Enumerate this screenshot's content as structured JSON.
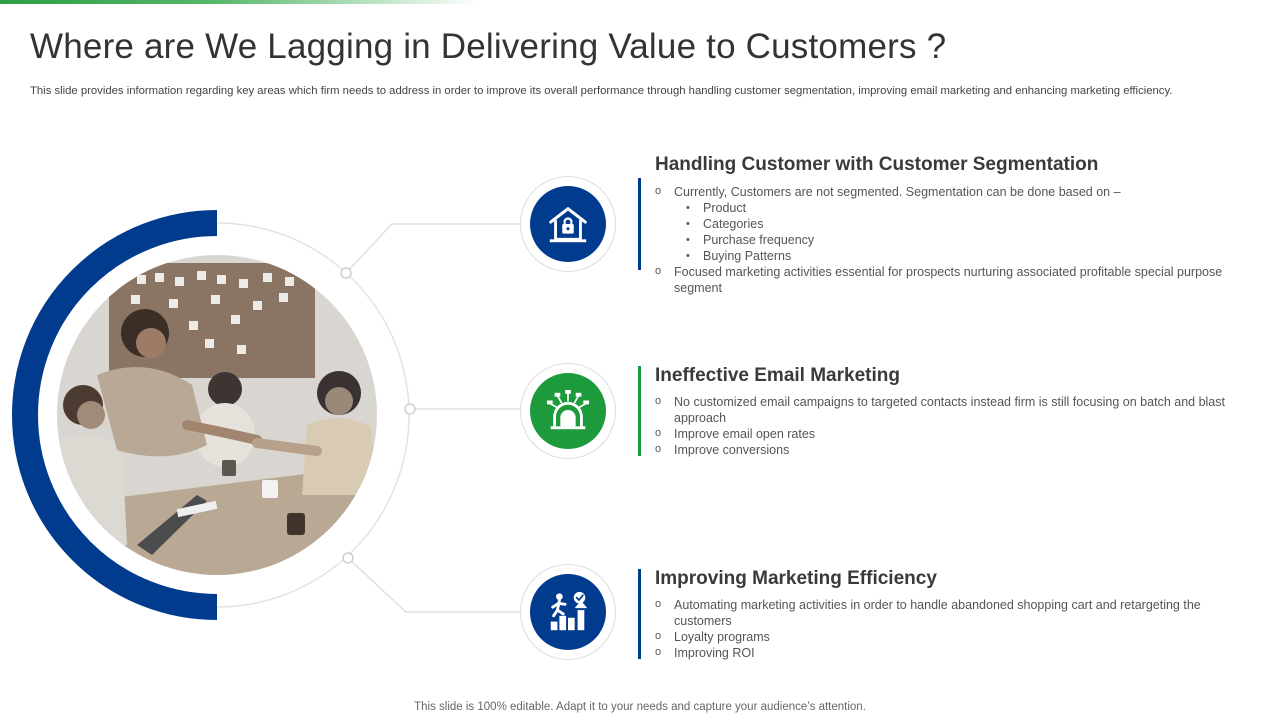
{
  "slide": {
    "title": "Where are We Lagging in Delivering Value to Customers ?",
    "subtitle": "This slide provides information regarding key areas which firm needs to address in order to improve its overall performance through handling customer segmentation, improving email marketing and enhancing marketing efficiency.",
    "footer": "This slide is 100% editable. Adapt it to your needs and capture your audience’s attention."
  },
  "colors": {
    "accent_blue": "#003b8e",
    "accent_green": "#1d9a3c",
    "top_bar_green": "#2e9e44"
  },
  "sections": [
    {
      "heading": "Handling Customer with Customer Segmentation",
      "icon": "house-lock-icon",
      "bar_color": "#003b8e",
      "items": [
        "Currently, Customers are not segmented. Segmentation can be done based on –",
        "Product",
        "Categories",
        "Purchase frequency",
        "Buying Patterns",
        "Focused marketing activities essential for prospects nurturing associated profitable  special purpose segment"
      ]
    },
    {
      "heading": "Ineffective Email Marketing",
      "icon": "email-blast-icon",
      "bar_color": "#1d9a3c",
      "items": [
        "No customized email campaigns to targeted  contacts instead firm is still focusing on batch and blast approach",
        "Improve  email open rates",
        "Improve  conversions"
      ]
    },
    {
      "heading": "Improving Marketing Efficiency",
      "icon": "growth-steps-icon",
      "bar_color": "#003b8e",
      "items": [
        "Automating marketing activities in order to handle abandoned  shopping cart and retargeting the customers",
        "Loyalty programs",
        "Improving  ROI"
      ]
    }
  ],
  "image": {
    "icon": "team-meeting-photo"
  }
}
